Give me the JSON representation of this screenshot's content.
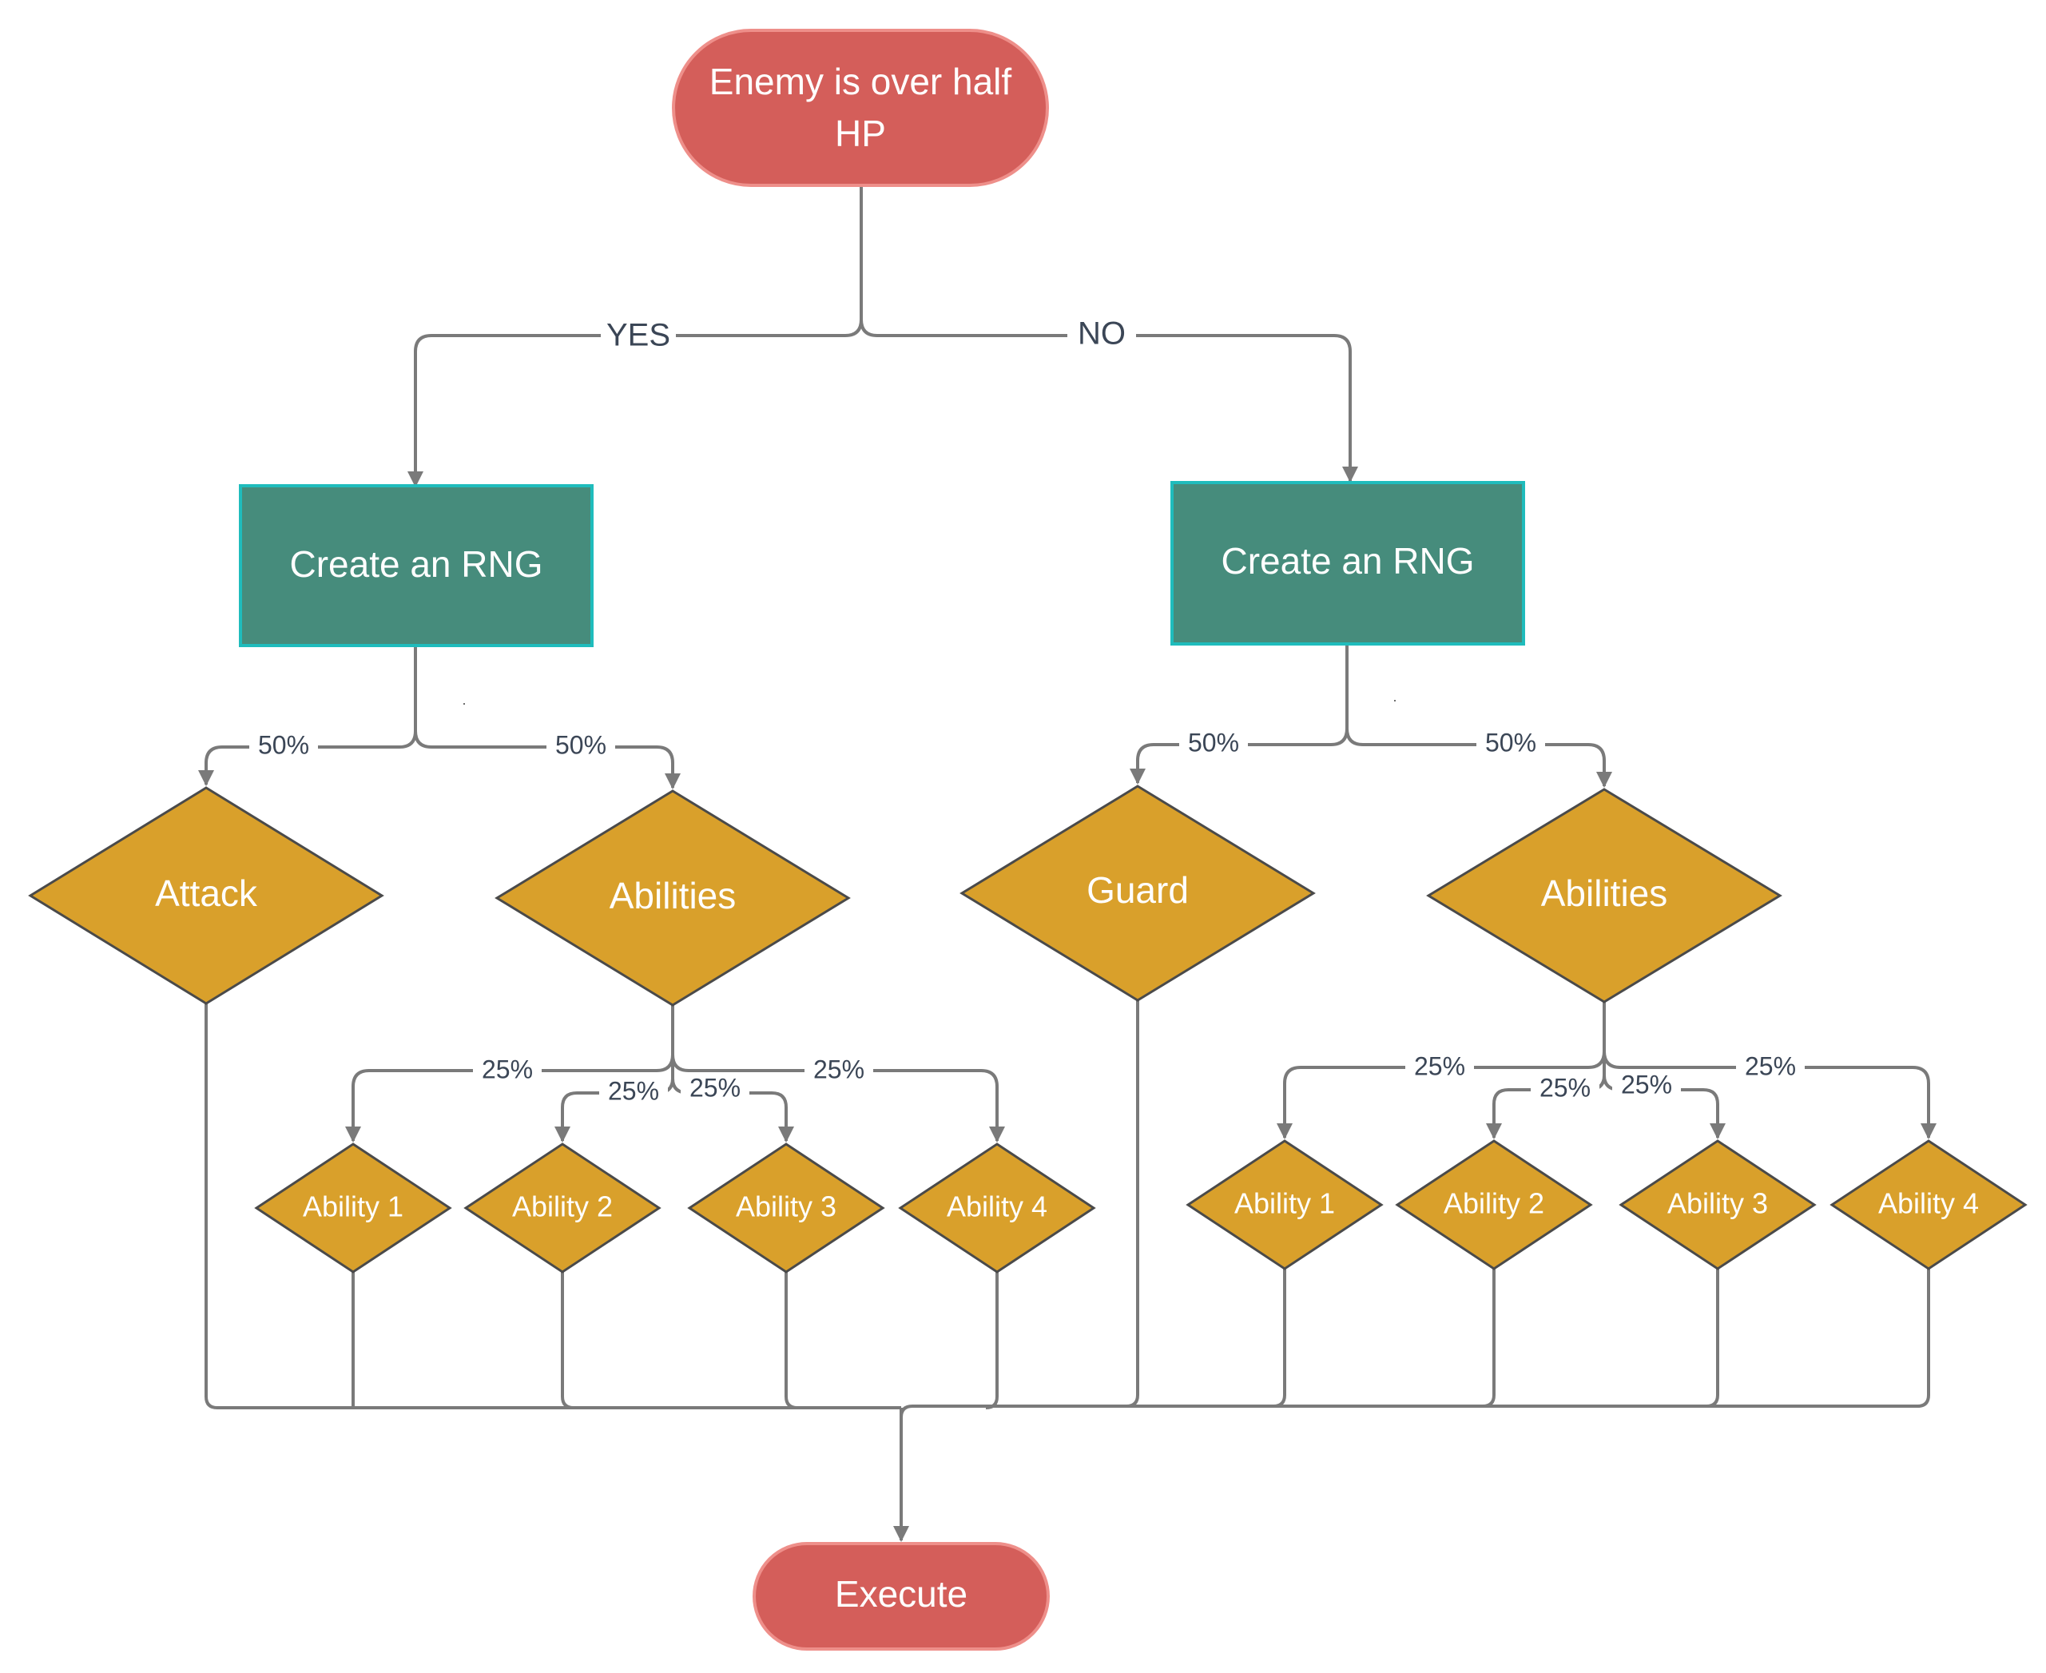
{
  "colors": {
    "terminal_fill": "#d45e5a",
    "terminal_stroke": "#ee8f8a",
    "process_fill": "#468c7c",
    "process_stroke": "#1fbcbc",
    "decision_fill": "#d9a02b",
    "decision_stroke": "#4a4a4a",
    "edge": "#7a7a7a",
    "edge_label_text": "#3b4656"
  },
  "nodes": {
    "start": {
      "line1": "Enemy is over half",
      "line2": "HP"
    },
    "rng_left": "Create an RNG",
    "rng_right": "Create an RNG",
    "attack": "Attack",
    "abilities_left": "Abilities",
    "guard": "Guard",
    "abilities_right": "Abilities",
    "left_ability_1": "Ability 1",
    "left_ability_2": "Ability 2",
    "left_ability_3": "Ability 3",
    "left_ability_4": "Ability 4",
    "right_ability_1": "Ability 1",
    "right_ability_2": "Ability 2",
    "right_ability_3": "Ability 3",
    "right_ability_4": "Ability 4",
    "execute": "Execute"
  },
  "edge_labels": {
    "yes": "YES",
    "no": "NO",
    "left_attack": "50%",
    "left_abilities": "50%",
    "right_guard": "50%",
    "right_abilities": "50%",
    "left_ab1": "25%",
    "left_ab2": "25%",
    "left_ab3": "25%",
    "left_ab4": "25%",
    "right_ab1": "25%",
    "right_ab2": "25%",
    "right_ab3": "25%",
    "right_ab4": "25%"
  }
}
